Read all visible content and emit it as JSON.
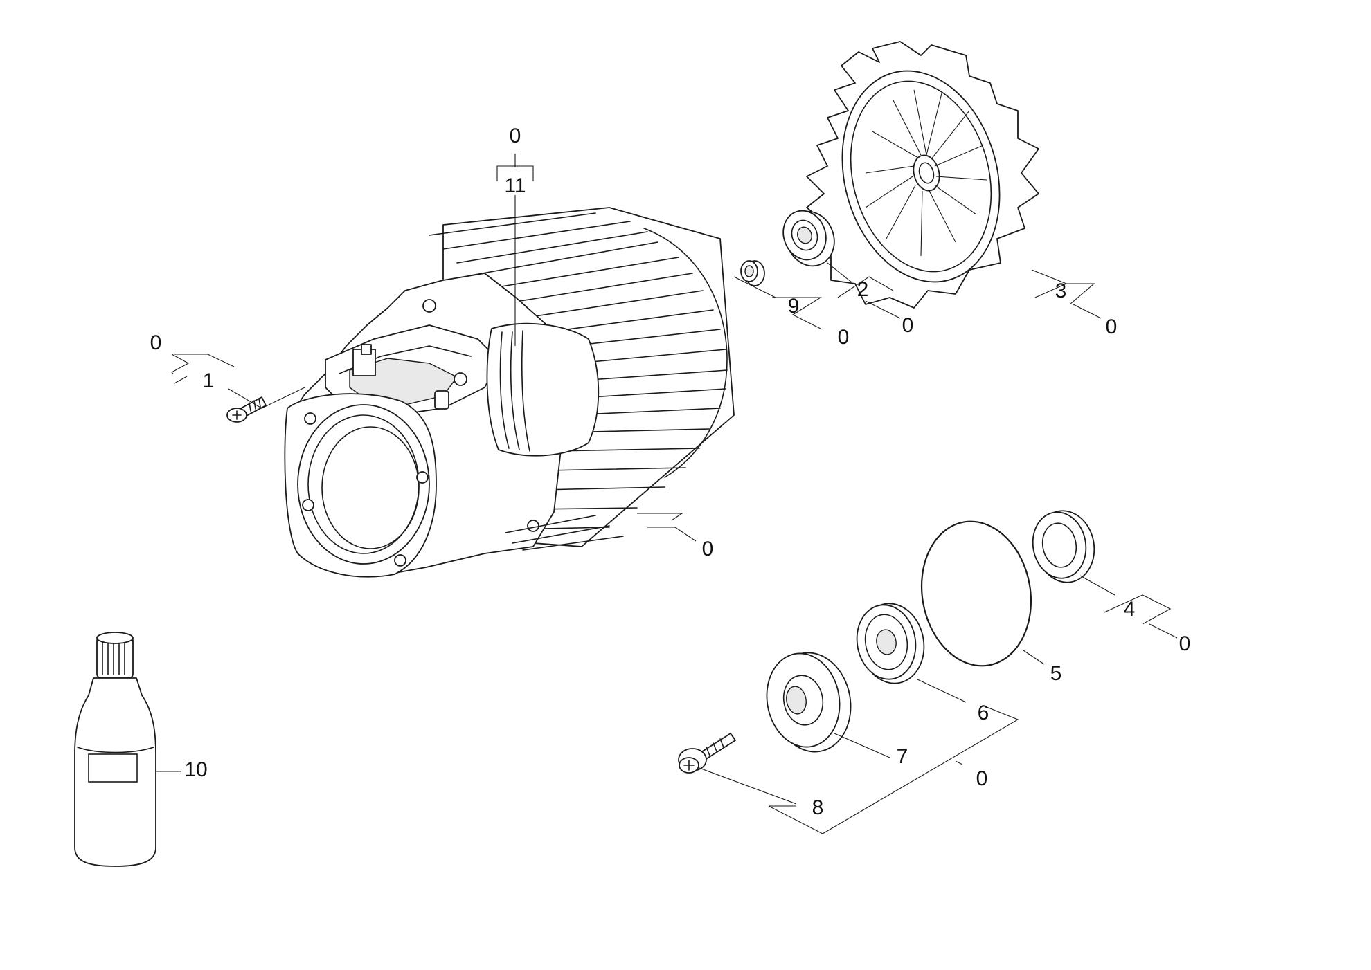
{
  "diagram": {
    "callouts": {
      "c_11_top": "0",
      "c_11": "11",
      "c_1_top": "0",
      "c_1": "1",
      "c_housing": "0",
      "c_9": "9",
      "c_9_sub": "0",
      "c_2": "2",
      "c_2_sub": "0",
      "c_3": "3",
      "c_3_sub": "0",
      "c_4": "4",
      "c_4_sub": "0",
      "c_5": "5",
      "c_6": "6",
      "c_7": "7",
      "c_8": "8",
      "c_group_sub": "0",
      "c_10": "10"
    }
  }
}
